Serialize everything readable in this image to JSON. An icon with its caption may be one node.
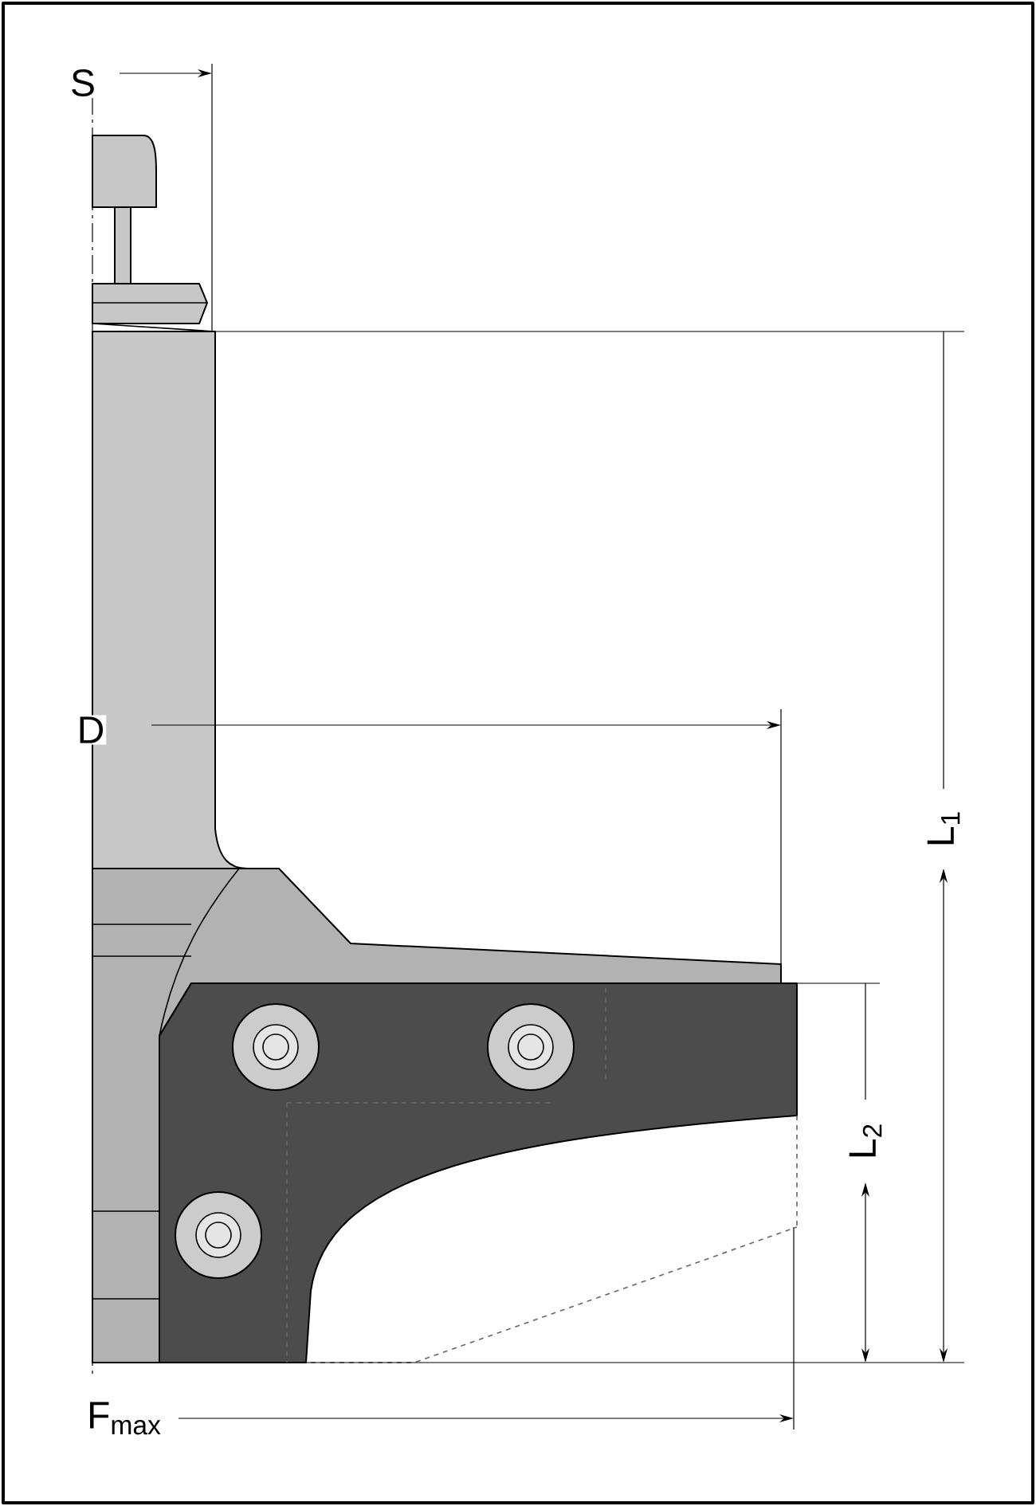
{
  "diagram": {
    "labels": [
      "S",
      "D",
      "L$_{1}$",
      "L$_{2}$",
      "F$_{max}$"
    ]
  }
}
